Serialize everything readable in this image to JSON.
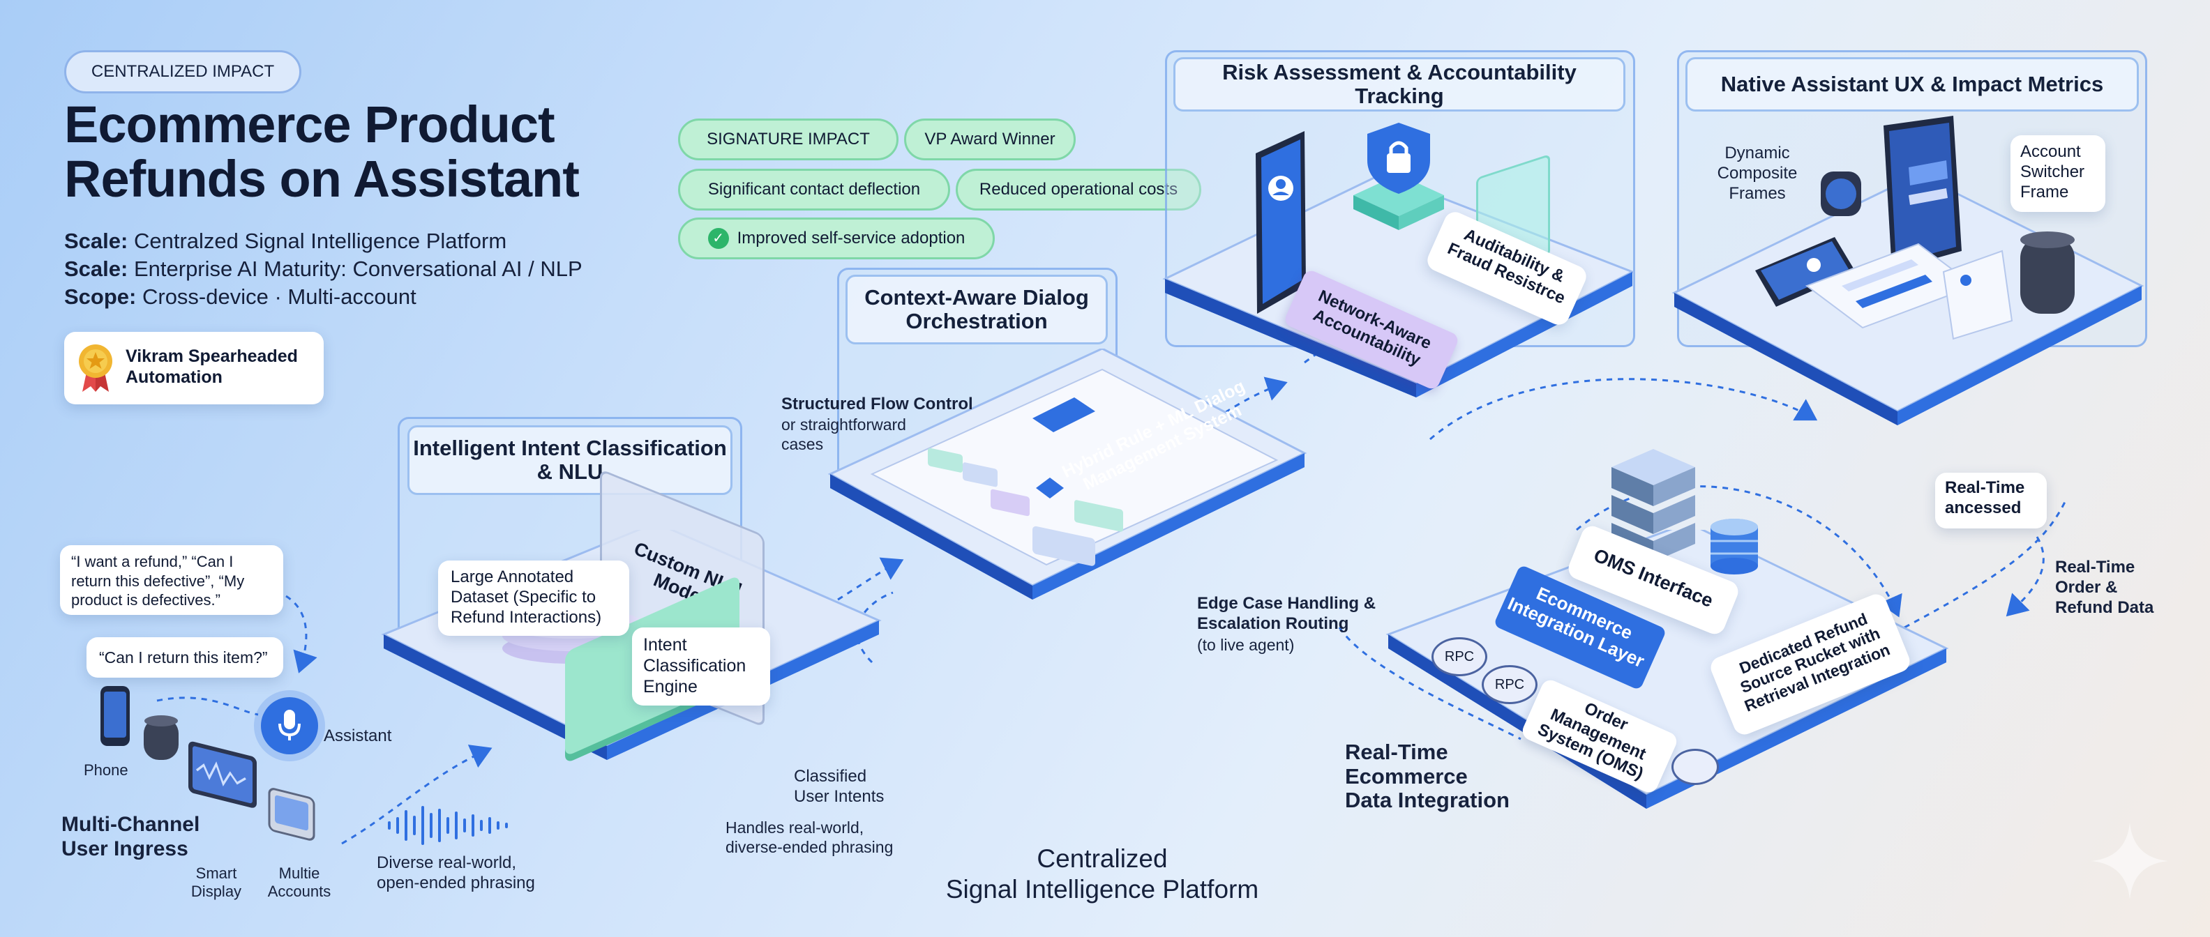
{
  "header": {
    "badge": "CENTRALIZED IMPACT",
    "title_line1": "Ecommerce Product",
    "title_line2": "Refunds on Assistant",
    "meta": [
      {
        "key": "Scale:",
        "value": "Centralzed Signal Intelligence Platform"
      },
      {
        "key": "Scale:",
        "value": "Enterprise AI Maturity: Conversational AI / NLP"
      },
      {
        "key": "Scope:",
        "value": "Cross-device · Multi-account"
      }
    ],
    "credit": "Vikram Spearheaded Automation"
  },
  "impact_tags": {
    "signature": "SIGNATURE IMPACT",
    "award": "VP Award Winner",
    "deflection": "Significant contact deflection",
    "costs": "Reduced operational costs",
    "adoption": "Improved self-service adoption"
  },
  "ingress": {
    "quote1": "“I want a refund,” “Can I return this defective”, “My product is defectives.”",
    "quote2": "“Can I return this item?”",
    "assistant_label": "Assistant",
    "phone": "Phone",
    "smart_display": "Smart Display",
    "multie_accounts": "Multie Accounts",
    "title": "Multi-Channel User Ingress",
    "phrasing": "Diverse real-world, open-ended phrasing"
  },
  "nlu": {
    "title": "Intelligent Intent Classification & NLU",
    "custom_model": "Custom NLU Model",
    "dataset": "Large Annotated Dataset (Specific to Refund Interactions)",
    "engine": "Intent Classification Engine",
    "classified": "Classified User Intents",
    "handles": "Handles real-world, diverse-ended phrasing"
  },
  "dialog": {
    "title": "Context-Aware Dialog Orchestration",
    "hybrid": "Hybrid Rule + ML Dialog Management System",
    "structured_title": "Structured Flow Control",
    "structured_sub": "or straightforward cases",
    "edge_title": "Edge Case Handling & Escalation Routing",
    "edge_sub": "(to live agent)"
  },
  "risk": {
    "title": "Risk Assessment & Accountability Tracking",
    "auditability": "Auditability & Fraud Resistrce",
    "network": "Network-Aware Accountability"
  },
  "ux": {
    "title": "Native Assistant UX & Impact Metrics",
    "dynamic": "Dynamic Composite Frames",
    "switcher": "Account Switcher Frame"
  },
  "data_integration": {
    "title": "Real-Time Ecommerce Data Integration",
    "oms_interface": "OMS Interface",
    "integration_layer": "Ecommerce Integration Layer",
    "rpc1": "RPC",
    "rpc2": "RPC",
    "oms": "Order Management System (OMS)",
    "refund_bucket": "Dedicated Refund Source Rucket with Retrieval Integration",
    "realtime_accessed": "Real-Time ancessed",
    "realtime_order": "Real-Time Order & Refund Data"
  },
  "platform": {
    "line1": "Centralized",
    "line2": "Signal Intelligence Platform"
  },
  "colors": {
    "accent": "#2f6fe0",
    "dark_blue": "#1f4fb8",
    "tag_green": "#bff0d5",
    "tag_green_border": "#7fd7a8",
    "title": "#101a33"
  }
}
